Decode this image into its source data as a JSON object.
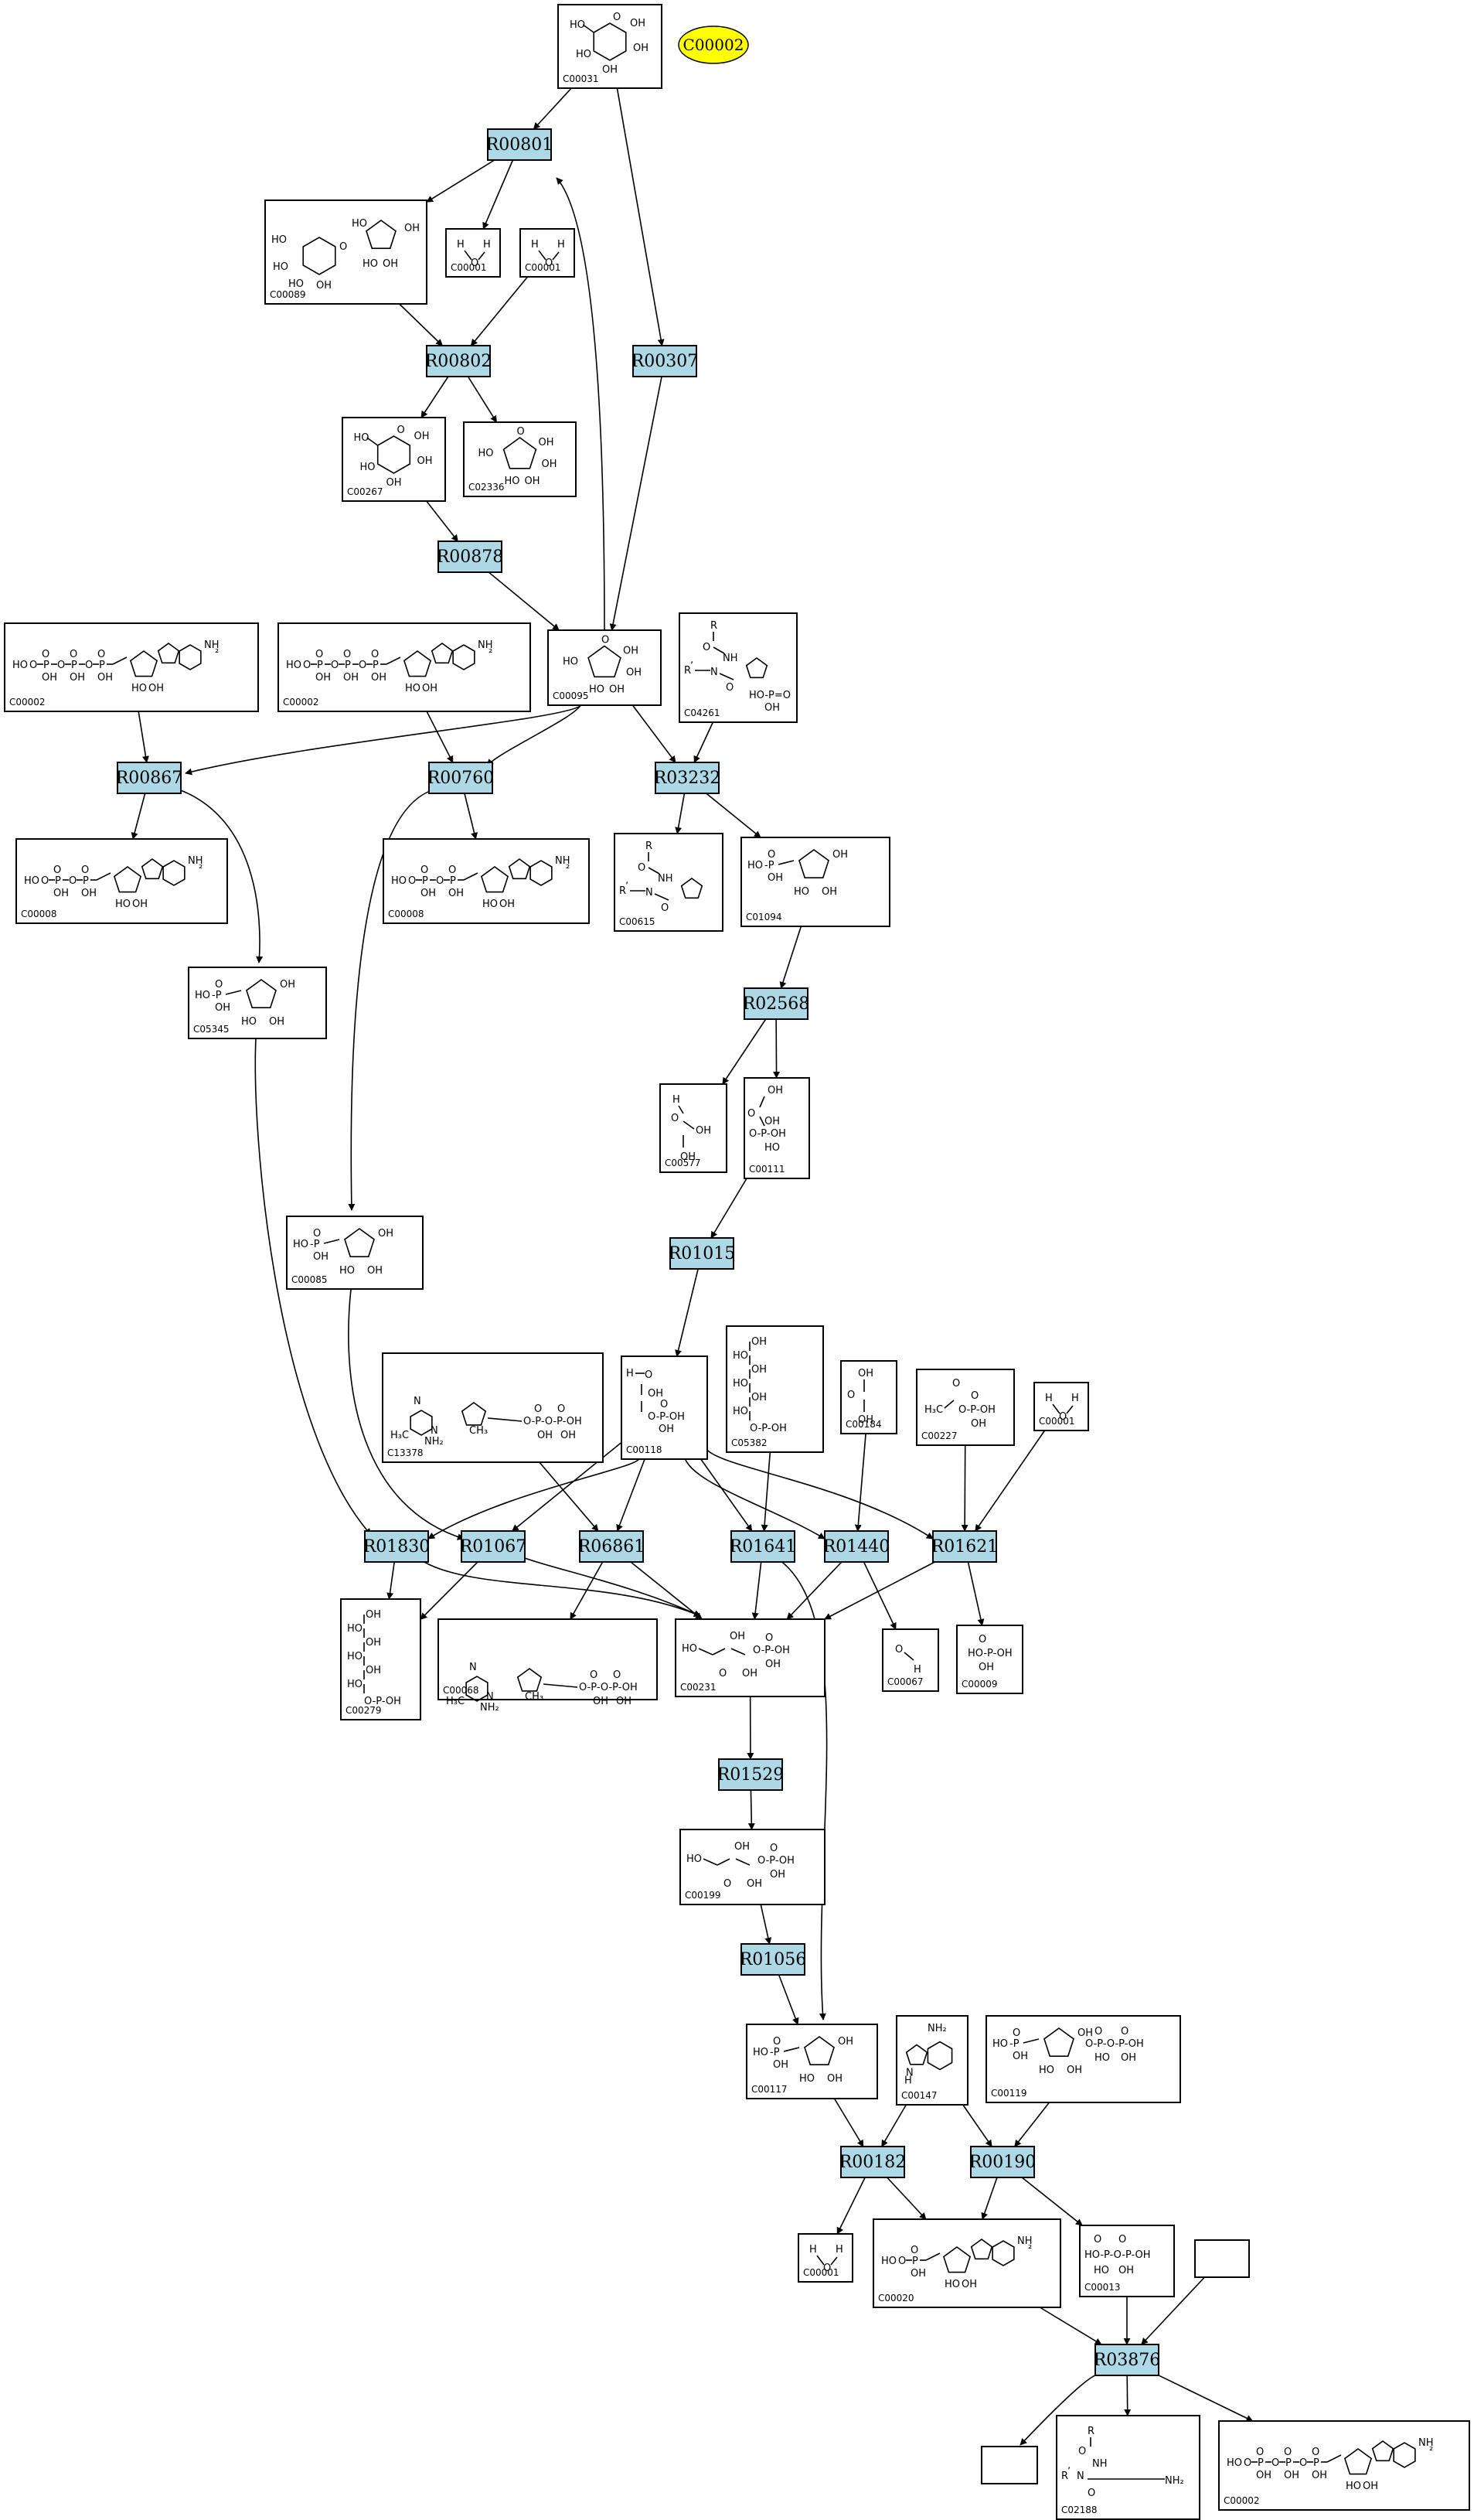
{
  "highlight": "C00002",
  "reactions": [
    {
      "id": "R00801",
      "label": "R00801"
    },
    {
      "id": "R00307",
      "label": "R00307"
    },
    {
      "id": "R00802",
      "label": "R00802"
    },
    {
      "id": "R00878",
      "label": "R00878"
    },
    {
      "id": "R00867",
      "label": "R00867"
    },
    {
      "id": "R00760",
      "label": "R00760"
    },
    {
      "id": "R03232",
      "label": "R03232"
    },
    {
      "id": "R02568",
      "label": "R02568"
    },
    {
      "id": "R01015",
      "label": "R01015"
    },
    {
      "id": "R01830",
      "label": "R01830"
    },
    {
      "id": "R01067",
      "label": "R01067"
    },
    {
      "id": "R06861",
      "label": "R06861"
    },
    {
      "id": "R01641",
      "label": "R01641"
    },
    {
      "id": "R01440",
      "label": "R01440"
    },
    {
      "id": "R01621",
      "label": "R01621"
    },
    {
      "id": "R01529",
      "label": "R01529"
    },
    {
      "id": "R01056",
      "label": "R01056"
    },
    {
      "id": "R00182",
      "label": "R00182"
    },
    {
      "id": "R00190",
      "label": "R00190"
    },
    {
      "id": "R03876",
      "label": "R03876"
    }
  ],
  "compounds": [
    {
      "id": "n_C00031",
      "label": "C00031",
      "mol": "pyranose"
    },
    {
      "id": "n_C00089",
      "label": "C00089",
      "mol": "disaccharide"
    },
    {
      "id": "n_C00001a",
      "label": "C00001",
      "mol": "water"
    },
    {
      "id": "n_C00001b",
      "label": "C00001",
      "mol": "water"
    },
    {
      "id": "n_C00267",
      "label": "C00267",
      "mol": "pyranose"
    },
    {
      "id": "n_C02336",
      "label": "C02336",
      "mol": "furanose"
    },
    {
      "id": "n_C00002a",
      "label": "C00002",
      "mol": "atp"
    },
    {
      "id": "n_C00002b",
      "label": "C00002",
      "mol": "atp"
    },
    {
      "id": "n_C00095",
      "label": "C00095",
      "mol": "furanose"
    },
    {
      "id": "n_C04261",
      "label": "C04261",
      "mol": "phosphohis"
    },
    {
      "id": "n_C00008a",
      "label": "C00008",
      "mol": "adp"
    },
    {
      "id": "n_C00008b",
      "label": "C00008",
      "mol": "adp"
    },
    {
      "id": "n_C00615",
      "label": "C00615",
      "mol": "his"
    },
    {
      "id": "n_C01094",
      "label": "C01094",
      "mol": "sugarp"
    },
    {
      "id": "n_C05345",
      "label": "C05345",
      "mol": "sugarp"
    },
    {
      "id": "n_C00577",
      "label": "C00577",
      "mol": "glyceraldehyde"
    },
    {
      "id": "n_C00111",
      "label": "C00111",
      "mol": "dhap"
    },
    {
      "id": "n_C00085",
      "label": "C00085",
      "mol": "sugarp"
    },
    {
      "id": "n_C00118",
      "label": "C00118",
      "mol": "g3p"
    },
    {
      "id": "n_C13378",
      "label": "C13378",
      "mol": "thiamine"
    },
    {
      "id": "n_C05382",
      "label": "C05382",
      "mol": "chain"
    },
    {
      "id": "n_C00184",
      "label": "C00184",
      "mol": "chainshort"
    },
    {
      "id": "n_C00227",
      "label": "C00227",
      "mol": "acetylp"
    },
    {
      "id": "n_C00001c",
      "label": "C00001",
      "mol": "water"
    },
    {
      "id": "n_C00279",
      "label": "C00279",
      "mol": "chain"
    },
    {
      "id": "n_C00068",
      "label": "C00068",
      "mol": "thiamine"
    },
    {
      "id": "n_C00231",
      "label": "C00231",
      "mol": "ketop"
    },
    {
      "id": "n_C00067",
      "label": "C00067",
      "mol": "formaldehyde"
    },
    {
      "id": "n_C00009",
      "label": "C00009",
      "mol": "phosphate"
    },
    {
      "id": "n_C00199",
      "label": "C00199",
      "mol": "ketop"
    },
    {
      "id": "n_C00117",
      "label": "C00117",
      "mol": "sugarp"
    },
    {
      "id": "n_C00147",
      "label": "C00147",
      "mol": "adenine"
    },
    {
      "id": "n_C00119",
      "label": "C00119",
      "mol": "prpp"
    },
    {
      "id": "n_C00001d",
      "label": "C00001",
      "mol": "water"
    },
    {
      "id": "n_C00020",
      "label": "C00020",
      "mol": "amp"
    },
    {
      "id": "n_C00013",
      "label": "C00013",
      "mol": "ppi"
    },
    {
      "id": "n_empty1",
      "label": "",
      "mol": "none"
    },
    {
      "id": "n_empty2",
      "label": "",
      "mol": "none"
    },
    {
      "id": "n_C02188",
      "label": "C02188",
      "mol": "lys"
    },
    {
      "id": "n_C00002c",
      "label": "C00002",
      "mol": "atp"
    }
  ],
  "edges": [
    [
      "n_C00031",
      "R00801"
    ],
    [
      "n_C00031",
      "R00307"
    ],
    [
      "R00801",
      "n_C00089"
    ],
    [
      "R00801",
      "n_C00001a"
    ],
    [
      "n_C00089",
      "R00802"
    ],
    [
      "n_C00001b",
      "R00802"
    ],
    [
      "R00802",
      "n_C00267"
    ],
    [
      "R00802",
      "n_C02336"
    ],
    [
      "n_C00267",
      "R00878"
    ],
    [
      "R00878",
      "n_C00095"
    ],
    [
      "R00307",
      "n_C00095"
    ],
    [
      "n_C00095",
      "R00801"
    ],
    [
      "n_C00002a",
      "R00867"
    ],
    [
      "n_C00095",
      "R00867"
    ],
    [
      "n_C00002b",
      "R00760"
    ],
    [
      "n_C00095",
      "R00760"
    ],
    [
      "n_C00095",
      "R03232"
    ],
    [
      "n_C04261",
      "R03232"
    ],
    [
      "R00867",
      "n_C00008a"
    ],
    [
      "R00867",
      "n_C05345"
    ],
    [
      "R00760",
      "n_C00008b"
    ],
    [
      "R00760",
      "n_C00085"
    ],
    [
      "R03232",
      "n_C00615"
    ],
    [
      "R03232",
      "n_C01094"
    ],
    [
      "n_C01094",
      "R02568"
    ],
    [
      "R02568",
      "n_C00577"
    ],
    [
      "R02568",
      "n_C00111"
    ],
    [
      "n_C00111",
      "R01015"
    ],
    [
      "R01015",
      "n_C00118"
    ],
    [
      "n_C05345",
      "R01830"
    ],
    [
      "n_C00085",
      "R01067"
    ],
    [
      "n_C00118",
      "R01830"
    ],
    [
      "n_C00118",
      "R01067"
    ],
    [
      "n_C00118",
      "R06861"
    ],
    [
      "n_C00118",
      "R01641"
    ],
    [
      "n_C00118",
      "R01440"
    ],
    [
      "n_C00118",
      "R01621"
    ],
    [
      "n_C13378",
      "R06861"
    ],
    [
      "n_C05382",
      "R01641"
    ],
    [
      "n_C00184",
      "R01440"
    ],
    [
      "n_C00227",
      "R01621"
    ],
    [
      "n_C00001c",
      "R01621"
    ],
    [
      "R01830",
      "n_C00279"
    ],
    [
      "R01067",
      "n_C00279"
    ],
    [
      "R01830",
      "n_C00231"
    ],
    [
      "R01067",
      "n_C00231"
    ],
    [
      "R06861",
      "n_C00068"
    ],
    [
      "R06861",
      "n_C00231"
    ],
    [
      "R01641",
      "n_C00231"
    ],
    [
      "R01440",
      "n_C00231"
    ],
    [
      "R01621",
      "n_C00231"
    ],
    [
      "R01440",
      "n_C00067"
    ],
    [
      "R01621",
      "n_C00009"
    ],
    [
      "R01641",
      "n_C00117"
    ],
    [
      "n_C00231",
      "R01529"
    ],
    [
      "R01529",
      "n_C00199"
    ],
    [
      "n_C00199",
      "R01056"
    ],
    [
      "R01056",
      "n_C00117"
    ],
    [
      "n_C00117",
      "R00182"
    ],
    [
      "n_C00147",
      "R00182"
    ],
    [
      "n_C00147",
      "R00190"
    ],
    [
      "n_C00119",
      "R00190"
    ],
    [
      "R00182",
      "n_C00001d"
    ],
    [
      "R00182",
      "n_C00020"
    ],
    [
      "R00190",
      "n_C00020"
    ],
    [
      "R00190",
      "n_C00013"
    ],
    [
      "n_C00020",
      "R03876"
    ],
    [
      "n_C00013",
      "R03876"
    ],
    [
      "n_empty1",
      "R03876"
    ],
    [
      "R03876",
      "n_empty2"
    ],
    [
      "R03876",
      "n_C02188"
    ],
    [
      "R03876",
      "n_C00002c"
    ]
  ]
}
